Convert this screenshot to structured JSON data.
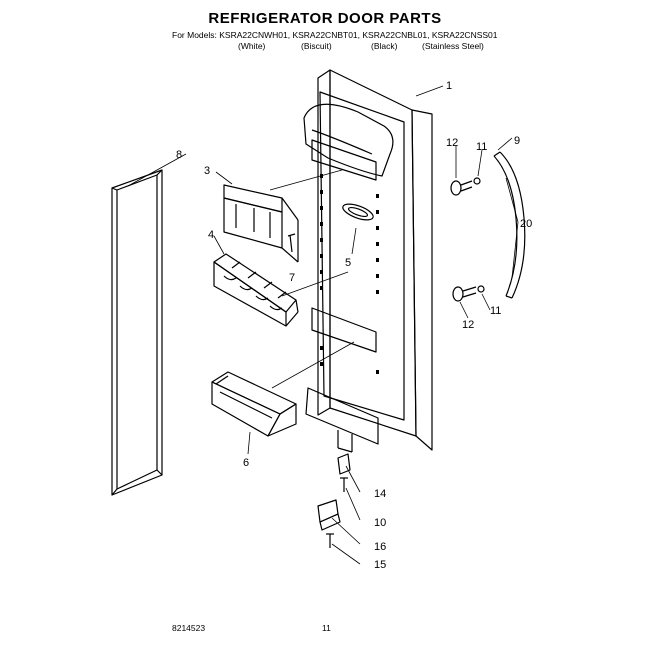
{
  "title": "REFRIGERATOR DOOR PARTS",
  "models_line": "For Models: KSRA22CNWH01, KSRA22CNBT01, KSRA22CNBL01, KSRA22CNSS01",
  "colors": [
    "(White)",
    "(Biscuit)",
    "(Black)",
    "(Stainless Steel)"
  ],
  "callouts": {
    "c1": "1",
    "c3": "3",
    "c4": "4",
    "c5": "5",
    "c6": "6",
    "c7": "7",
    "c8": "8",
    "c9": "9",
    "c10": "10",
    "c11a": "11",
    "c11b": "11",
    "c12a": "12",
    "c12b": "12",
    "c14": "14",
    "c15": "15",
    "c16": "16",
    "c20": "20"
  },
  "footer": {
    "code": "8214523",
    "page": "11"
  }
}
